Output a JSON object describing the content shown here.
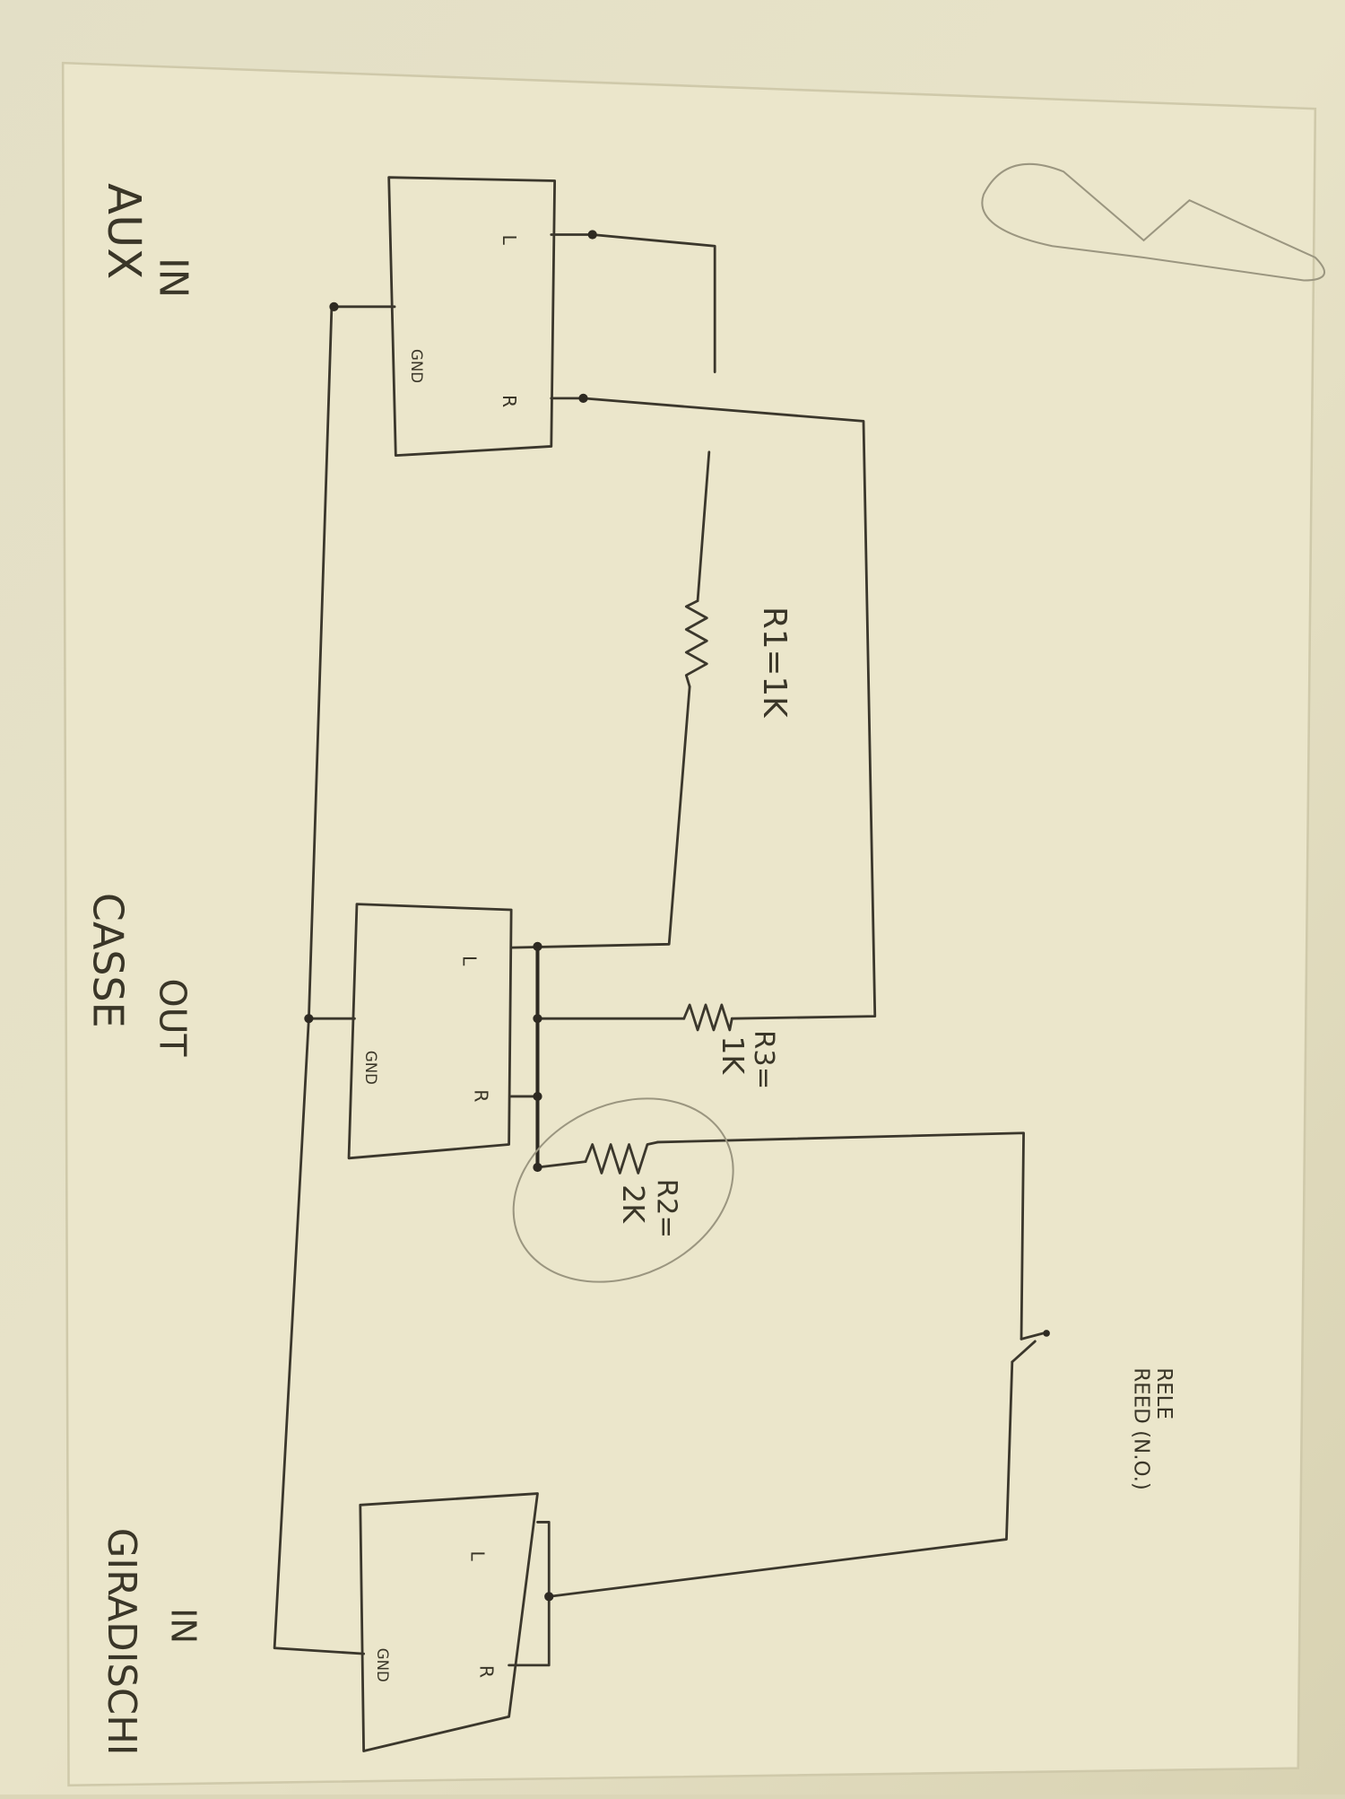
{
  "diagram": {
    "title": "Hand-drawn audio switching circuit",
    "connectors": {
      "aux": {
        "label_top": "IN",
        "label_bottom": "AUX",
        "pins": {
          "left": "L",
          "right": "R",
          "ground": "GND"
        }
      },
      "speakers": {
        "label_top": "OUT",
        "label_bottom": "CASSE",
        "pins": {
          "left": "L",
          "right": "R",
          "ground": "GND"
        }
      },
      "turntable": {
        "label_top": "IN",
        "label_bottom": "GIRADISCHI",
        "pins": {
          "left": "L",
          "right": "R",
          "ground": "GND"
        }
      }
    },
    "resistors": {
      "r1": "R1=1K",
      "r3_name": "R3=",
      "r3_value": "1K",
      "r2_name": "R2=",
      "r2_value": "2K"
    },
    "relay": {
      "line1": "RELE",
      "line2": "REED (N.O.)"
    }
  },
  "colors": {
    "paper": "#ebe6cb",
    "ink": "#3b372c",
    "background": "#dcd6b8"
  }
}
